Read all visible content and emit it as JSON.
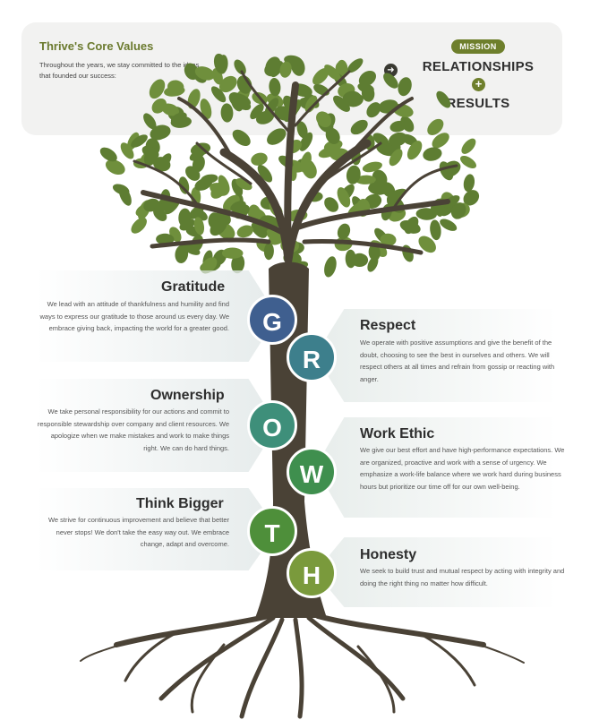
{
  "header": {
    "title": "Thrive's Core Values",
    "text": "Throughout the years, we stay committed to the ideas that founded our success:",
    "mission_badge": "MISSION",
    "mission_line1": "RELATIONSHIPS",
    "mission_line2": "RESULTS",
    "arrow_icon": "arrow-right-icon",
    "plus_icon": "plus-icon"
  },
  "values": [
    {
      "letter": "G",
      "title": "Gratitude",
      "color": "#3f5f8f",
      "text": "We lead with an attitude of thankfulness and humility and find ways to express our gratitude to those around us every day. We embrace giving back, impacting the world for a greater good."
    },
    {
      "letter": "R",
      "title": "Respect",
      "color": "#3d7f8c",
      "text": "We operate with positive assumptions and give the benefit of the doubt, choosing to see the best in ourselves and others. We will respect others at all times and refrain from gossip or reacting with anger."
    },
    {
      "letter": "O",
      "title": "Ownership",
      "color": "#3e8f7a",
      "text": "We take personal responsibility for our actions and commit to responsible stewardship over company and client resources. We apologize when we make mistakes and work to make things right. We can do hard things."
    },
    {
      "letter": "W",
      "title": "Work Ethic",
      "color": "#3f8f4e",
      "text": "We give our best effort and have high-performance expectations. We are organized, proactive and work with a sense of urgency. We emphasize a work-life balance where we work hard during business hours but prioritize our time off for our own well-being."
    },
    {
      "letter": "T",
      "title": "Think Bigger",
      "color": "#4e8f3a",
      "text": "We strive for continuous improvement and believe that better never stops! We don't take the easy way out. We embrace change, adapt and overcome."
    },
    {
      "letter": "H",
      "title": "Honesty",
      "color": "#7a9a3c",
      "text": "We seek to build trust and mutual respect by acting with integrity and doing the right thing no matter how difficult."
    }
  ],
  "colors": {
    "leaf": "#5e7d32",
    "trunk": "#4a4236",
    "accent": "#6e7f2c"
  }
}
